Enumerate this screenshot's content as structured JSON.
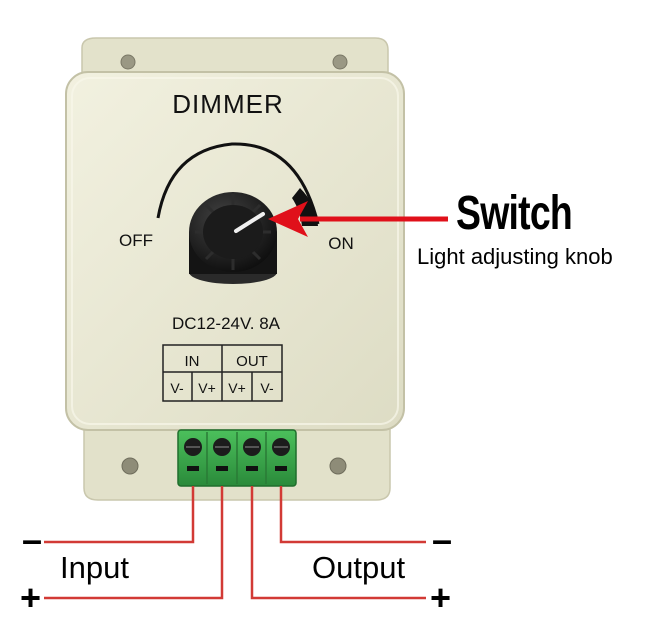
{
  "device": {
    "title": "DIMMER",
    "off_label": "OFF",
    "on_label": "ON",
    "rating": "DC12-24V. 8A",
    "terminal_table": {
      "groups": [
        "IN",
        "OUT"
      ],
      "pins": [
        "V-",
        "V+",
        "V+",
        "V-"
      ]
    }
  },
  "callout": {
    "title": "Switch",
    "subtitle": "Light adjusting knob",
    "arrow_color": "#e0101a"
  },
  "wiring": {
    "input_label": "Input",
    "output_label": "Output",
    "minus_sign": "–",
    "plus_sign": "+",
    "wire_color": "#d23a35"
  },
  "colors": {
    "housing": "#ecebd6",
    "terminal_block": "#3daa4e",
    "knob": "#1a1a1a"
  }
}
